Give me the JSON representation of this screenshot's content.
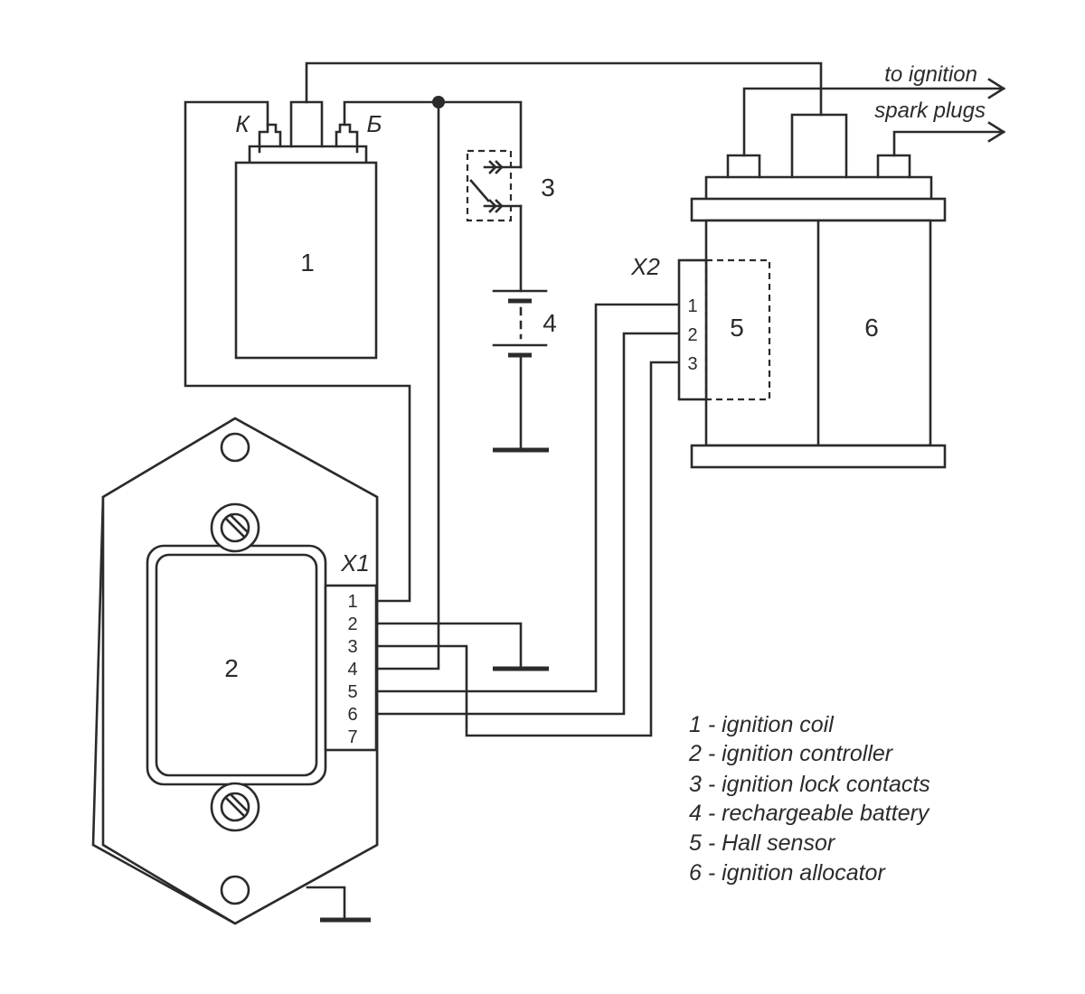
{
  "components": {
    "coil_number": "1",
    "controller_number": "2",
    "lock_number": "3",
    "battery_number": "4",
    "hall_number": "5",
    "allocator_number": "6"
  },
  "coil_terminals": {
    "left": "К",
    "right": "Б"
  },
  "connectors": {
    "x1": {
      "name": "X1",
      "pins": [
        "1",
        "2",
        "3",
        "4",
        "5",
        "6",
        "7"
      ]
    },
    "x2": {
      "name": "X2",
      "pins": [
        "1",
        "2",
        "3"
      ]
    }
  },
  "output_note": {
    "line1": "to ignition",
    "line2": "spark plugs"
  },
  "legend": [
    "1 - ignition coil",
    "2 - ignition controller",
    "3 - ignition lock contacts",
    "4 - rechargeable battery",
    "5 - Hall sensor",
    "6 - ignition allocator"
  ],
  "colors": {
    "line": "#2b2b2b",
    "background": "#ffffff"
  }
}
